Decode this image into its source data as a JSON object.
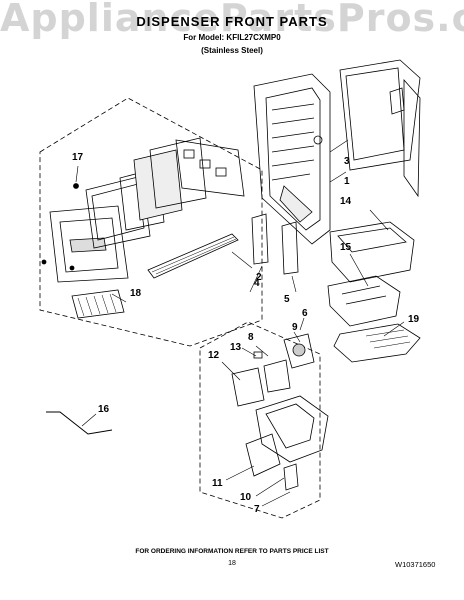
{
  "watermark": "AppliancePartsPros.com",
  "header": {
    "title": "DISPENSER FRONT PARTS",
    "model": "For Model: KFIL27CXMP0",
    "finish": "(Stainless Steel)"
  },
  "callouts": {
    "1": "1",
    "2": "2",
    "3": "3",
    "4": "4",
    "5": "5",
    "6": "6",
    "7": "7",
    "8": "8",
    "9": "9",
    "10": "10",
    "11": "11",
    "12": "12",
    "13": "13",
    "14": "14",
    "15": "15",
    "16": "16",
    "17": "17",
    "18": "18",
    "19": "19"
  },
  "footer": {
    "note": "FOR ORDERING INFORMATION REFER TO PARTS PRICE LIST",
    "page": "18",
    "doc": "W10371650"
  }
}
